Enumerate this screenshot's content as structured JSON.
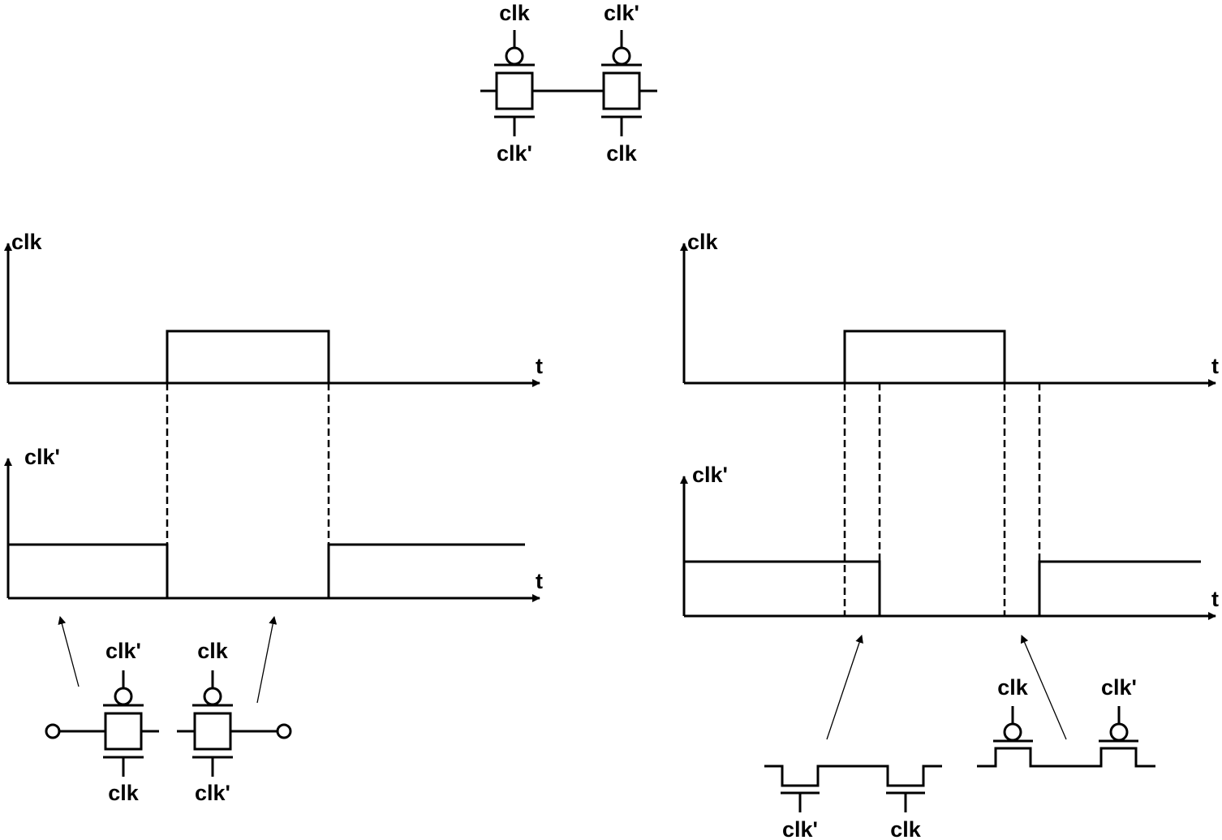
{
  "labels": {
    "clk": "clk",
    "clk_bar": "clk'",
    "t": "t"
  },
  "colors": {
    "ink": "#000000",
    "background": "#ffffff"
  }
}
